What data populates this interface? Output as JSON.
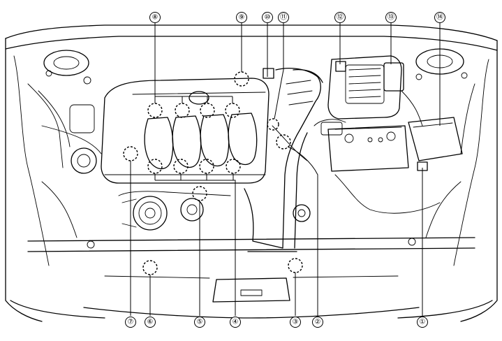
{
  "callouts": [
    {
      "id": "c1",
      "label": "①"
    },
    {
      "id": "c2",
      "label": "②"
    },
    {
      "id": "c3",
      "label": "③"
    },
    {
      "id": "c4",
      "label": "④"
    },
    {
      "id": "c5",
      "label": "⑤"
    },
    {
      "id": "c6",
      "label": "⑥"
    },
    {
      "id": "c7",
      "label": "⑦"
    },
    {
      "id": "c8",
      "label": "⑧"
    },
    {
      "id": "c9",
      "label": "⑨"
    },
    {
      "id": "c10",
      "label": "⑩"
    },
    {
      "id": "c11",
      "label": "⑪"
    },
    {
      "id": "c12",
      "label": "⑫"
    },
    {
      "id": "c13",
      "label": "⑬"
    },
    {
      "id": "c14",
      "label": "⑭"
    }
  ]
}
